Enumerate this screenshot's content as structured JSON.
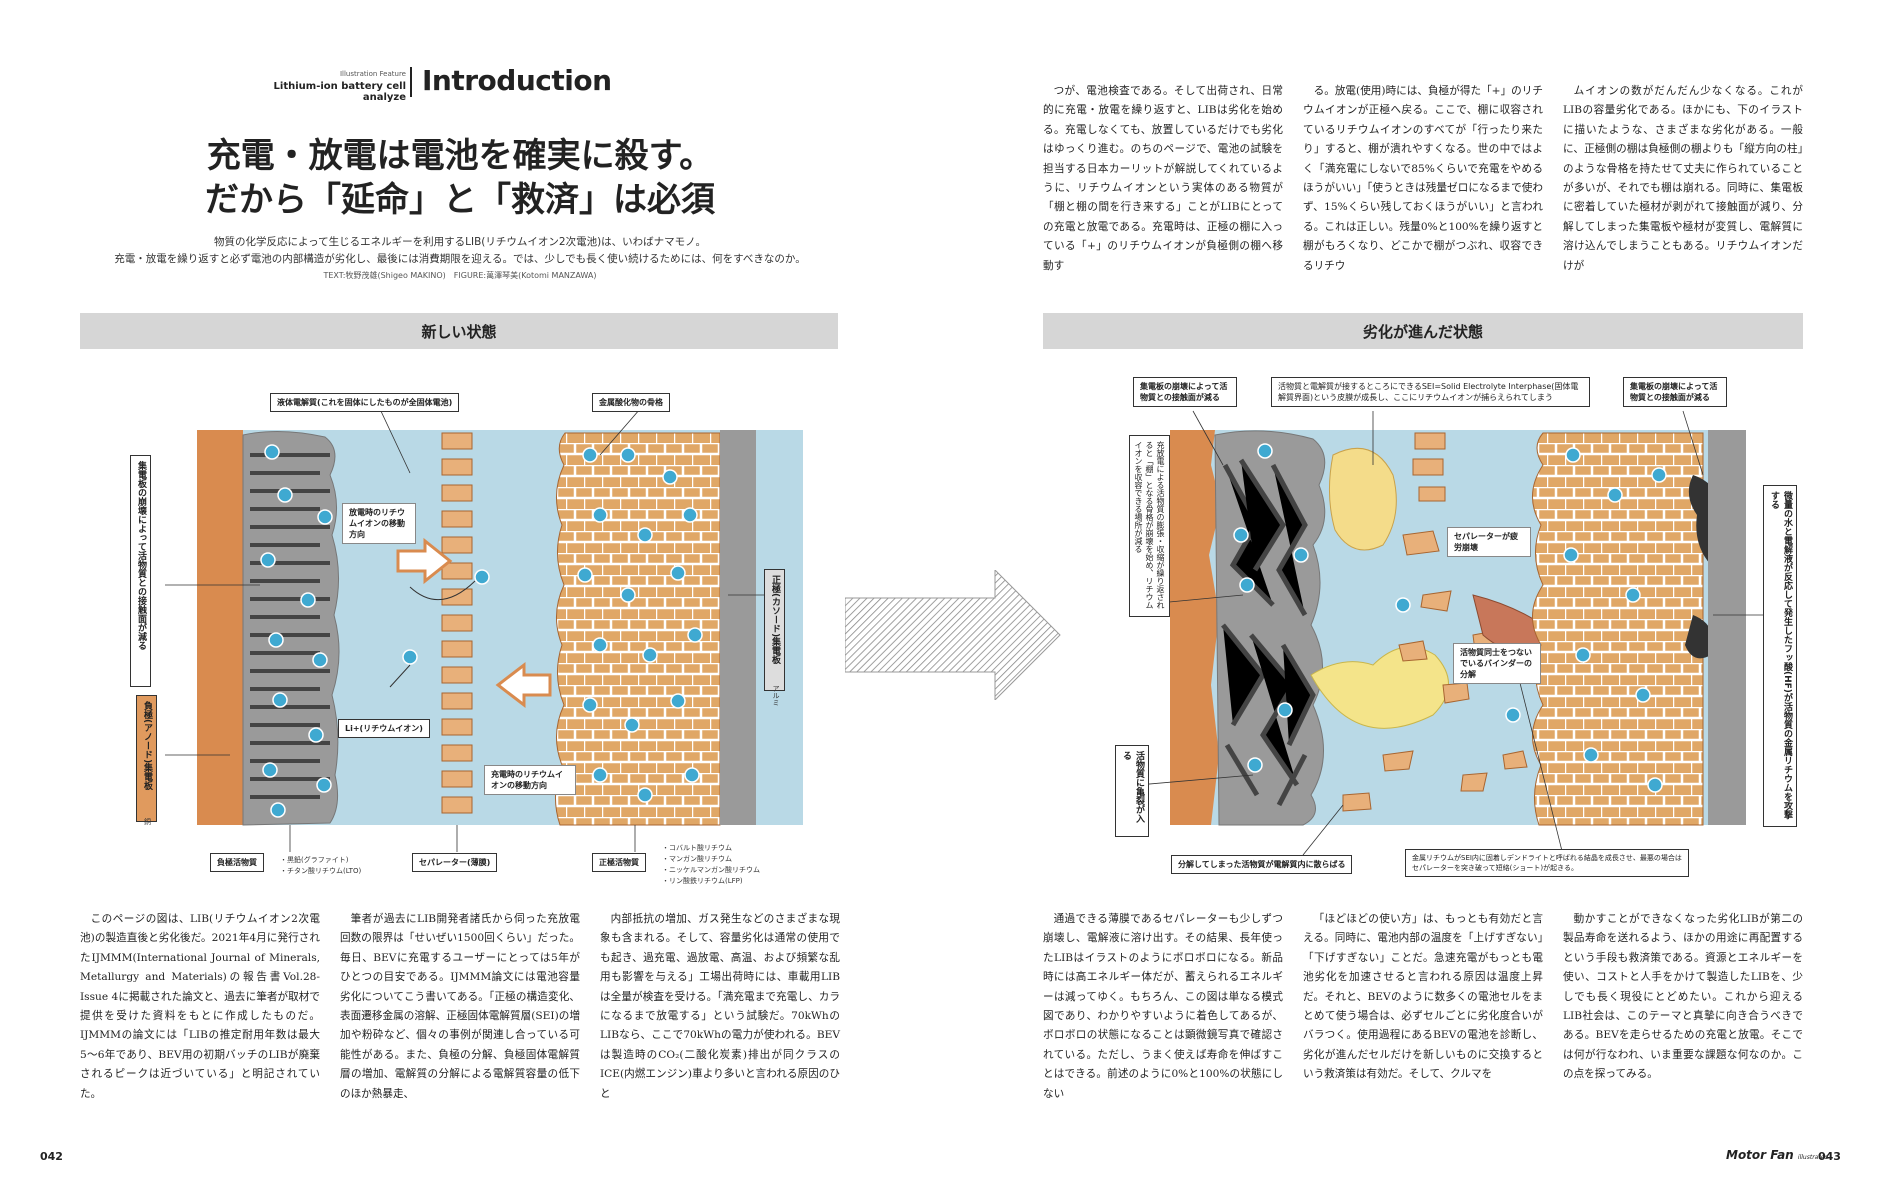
{
  "left_page": {
    "kicker_small": "Illustration Feature",
    "kicker": "Lithium-ion battery cell analyze",
    "section": "Introduction",
    "headline_1": "充電・放電は電池を確実に殺す。",
    "headline_2": "だから「延命」と「救済」は必須",
    "lead_1": "物質の化学反応によって生じるエネルギーを利用するLIB(リチウムイオン2次電池)は、いわばナマモノ。",
    "lead_2": "充電・放電を繰り返すと必ず電池の内部構造が劣化し、最後には消費期限を迎える。では、少しでも長く使い続けるためには、何をすべきなのか。",
    "credit": "TEXT:牧野茂雄(Shigeo MAKINO)　FIGURE:萬澤琴美(Kotomi MANZAWA)",
    "band_title": "新しい状態",
    "diagram": {
      "label_electrolyte": "液体電解質(これを固体にしたものが全固体電池)",
      "label_metal_oxide": "金属酸化物の骨格",
      "label_discharge": "放電時のリチウムイオンの移動方向",
      "label_li": "Li+(リチウムイオン)",
      "label_charge": "充電時のリチウムイオンの移動方向",
      "vlabel_collapse": "集電板の崩壊によって活物質との接触面が減る",
      "vlabel_anode": "負極(アノード)集電板",
      "anode_material": "銅",
      "vlabel_cathode": "正極(カソード)集電板",
      "cathode_material": "アルミ",
      "label_neg_active": "負極活物質",
      "neg_active_items": [
        "・黒鉛(グラファイト)",
        "・チタン酸リチウム(LTO)"
      ],
      "label_separator": "セパレーター(薄膜)",
      "label_pos_active": "正極活物質",
      "pos_active_items": [
        "・コバルト酸リチウム",
        "・マンガン酸リチウム",
        "・ニッケルマンガン酸リチウム",
        "・リン酸鉄リチウム(LFP)"
      ]
    },
    "body_col1": "このページの図は、LIB(リチウムイオン2次電池)の製造直後と劣化後だ。2021年4月に発行されたIJMMM(International Journal of Minerals, Metallurgy and Materials)の報告書Vol.28-Issue 4に掲載された論文と、過去に筆者が取材で提供を受けた資料をもとに作成したものだ。IJMMMの論文には「LIBの推定耐用年数は最大5〜6年であり、BEV用の初期バッチのLIBが廃棄されるピークは近づいている」と明記されていた。",
    "body_col2": "筆者が過去にLIB開発者諸氏から伺った充放電回数の限界は「せいぜい1500回くらい」だった。毎日、BEVに充電するユーザーにとっては5年がひとつの目安である。IJMMM論文には電池容量劣化についてこう書いてある。「正極の構造変化、表面遷移金属の溶解、正極固体電解質層(SEI)の増加や粉砕など、個々の事例が関連し合っている可能性がある。また、負極の分解、負極固体電解質層の増加、電解質の分解による電解質容量の低下のほか熱暴走、",
    "body_col3": "内部抵抗の増加、ガス発生などのさまざまな現象も含まれる。そして、容量劣化は通常の使用でも起き、過充電、過放電、高温、および頻繁な乱用も影響を与える」工場出荷時には、車載用LIBは全量が検査を受ける。「満充電まで充電し、カラになるまで放電する」という試験だ。70kWhのLIBなら、ここで70kWhの電力が使われる。BEVは製造時のCO₂(二酸化炭素)排出が同クラスのICE(内燃エンジン)車より多いと言われる原因のひと",
    "page_number": "042"
  },
  "right_page": {
    "body_top_col1": "つが、電池検査である。そして出荷され、日常的に充電・放電を繰り返すと、LIBは劣化を始める。充電しなくても、放置しているだけでも劣化はゆっくり進む。のちのページで、電池の試験を担当する日本カーリットが解説してくれているように、リチウムイオンという実体のある物質が「棚と棚の間を行き来する」ことがLIBにとっての充電と放電である。充電時は、正極の棚に入っている「+」のリチウムイオンが負極側の棚へ移動す",
    "body_top_col2": "る。放電(使用)時には、負極が得た「+」のリチウムイオンが正極へ戻る。ここで、棚に収容されているリチウムイオンのすべてが「行ったり来たり」すると、棚が潰れやすくなる。世の中ではよく「満充電にしないで85%くらいで充電をやめるほうがいい」「使うときは残量ゼロになるまで使わず、15%くらい残しておくほうがいい」と言われる。これは正しい。残量0%と100%を繰り返すと棚がもろくなり、どこかで棚がつぶれ、収容できるリチウ",
    "body_top_col3": "ムイオンの数がだんだん少なくなる。これがLIBの容量劣化である。ほかにも、下のイラストに描いたような、さまざまな劣化がある。一般に、正極側の棚は負極側の棚よりも「縦方向の柱」のような骨格を持たせて丈夫に作られていることが多いが、それでも棚は崩れる。同時に、集電板に密着していた極材が剥がれて接触面が減り、分解してしまった集電板や極材が変質し、電解質に溶け込んでしまうこともある。リチウムイオンだけが",
    "band_title": "劣化が進んだ状態",
    "diagram": {
      "label_collapse_left": "集電板の崩壊によって活物質との接触面が減る",
      "label_sei": "活物質と電解質が接するところにできるSEI=Solid Electrolyte Interphase(固体電解質界面)という皮膜が成長し、ここにリチウムイオンが捕らえられてしまう",
      "label_collapse_right": "集電板の崩壊によって活物質との接触面が減る",
      "vlabel_left_text": "充放電による活物質の膨張・収縮が繰り返されると「棚」となる骨格が崩壊を始め、リチウムイオンを収容できる場所が減る",
      "label_separator_fatigue": "セパレーターが疲労崩壊",
      "label_binder": "活物質同士をつないでいるバインダーの分解",
      "vlabel_crack": "活物質に亀裂が入る",
      "vlabel_hf": "微量の水と電解液が反応して発生したフッ酸(HF)が活物質の金属リチウムを攻撃する",
      "label_decomposed": "分解してしまった活物質が電解質内に散らばる",
      "label_dendrite": "金属リチウムがSEI内に固着しデンドライトと呼ばれる結晶を成長させ、最悪の場合はセパレーターを突き破って短絡(ショート)が起きる。"
    },
    "body_col1": "通過できる薄膜であるセパレーターも少しずつ崩壊し、電解液に溶け出す。その結果、長年使ったLIBはイラストのようにボロボロになる。新品時には高エネルギー体だが、蓄えられるエネルギーは減ってゆく。もちろん、この図は単なる模式図であり、わかりやすいように着色してあるが、ボロボロの状態になることは顕微鏡写真で確認されている。ただし、うまく使えば寿命を伸ばすことはできる。前述のように0%と100%の状態にしない",
    "body_col2": "「ほどほどの使い方」は、もっとも有効だと言える。同時に、電池内部の温度を「上げすぎない」「下げすぎない」ことだ。急速充電がもっとも電池劣化を加速させると言われる原因は温度上昇だ。それと、BEVのように数多くの電池セルをまとめて使う場合は、必ずセルごとに劣化度合いがバラつく。使用過程にあるBEVの電池を診断し、劣化が進んだセルだけを新しいものに交換するという救済策は有効だ。そして、クルマを",
    "body_col3": "動かすことができなくなった劣化LIBが第二の製品寿命を送れるよう、ほかの用途に再配置するという手段も救済策である。資源とエネルギーを使い、コストと人手をかけて製造したLIBを、少しでも長く現役にとどめたい。これから迎えるLIB社会は、このテーマと真摯に向き合うべきである。BEVを走らせるための充電と放電。そこでは何が行なわれ、いま重要な課題な何なのか。この点を探ってみる。",
    "brand": "Motor Fan",
    "brand_sub": "illustrated",
    "page_number": "043"
  },
  "colors": {
    "electrolyte": "#b9d9e6",
    "copper": "#d98b4f",
    "aluminium": "#9a9a9a",
    "graphite": "#8c8c8c",
    "li_ion": "#3fa9d1",
    "cathode": "#e0a766",
    "band": "#d6d6d6"
  }
}
